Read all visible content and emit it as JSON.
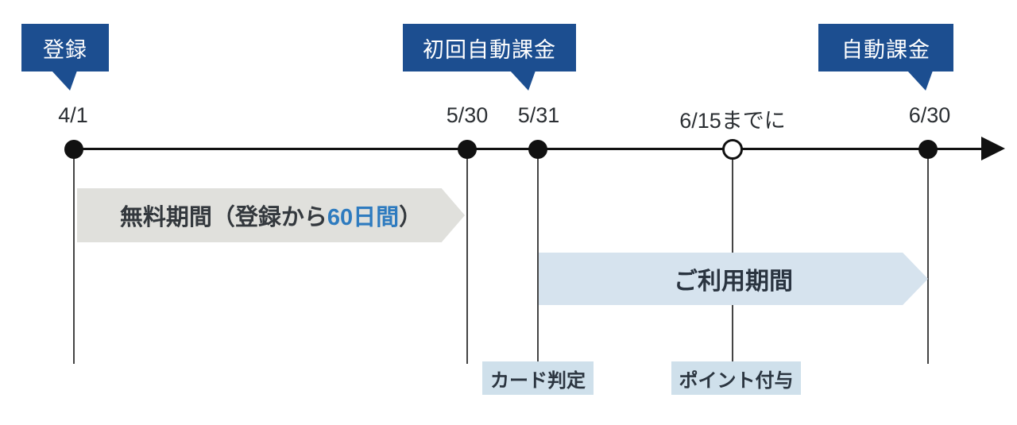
{
  "colors": {
    "bubble_blue": "#1c4e90",
    "highlight_blue": "#2e7bbf",
    "gray_band": "#e0e0dc",
    "blue_band": "#d6e3ee",
    "event_label_bg": "#cfe0eb",
    "line_black": "#111111"
  },
  "bubbles": {
    "registration": "登録",
    "first_auto_billing": "初回自動課金",
    "auto_billing": "自動課金"
  },
  "dates": {
    "start": "4/1",
    "free_period_end": "5/30",
    "first_billing": "5/31",
    "points_deadline": "6/15までに",
    "next_billing": "6/30"
  },
  "bands": {
    "free_period": {
      "prefix": "無料期間（登録から",
      "highlight": "60日間",
      "suffix": "）"
    },
    "usage_period": "ご利用期間"
  },
  "events": {
    "card_check": "カード判定",
    "points_grant": "ポイント付与"
  }
}
